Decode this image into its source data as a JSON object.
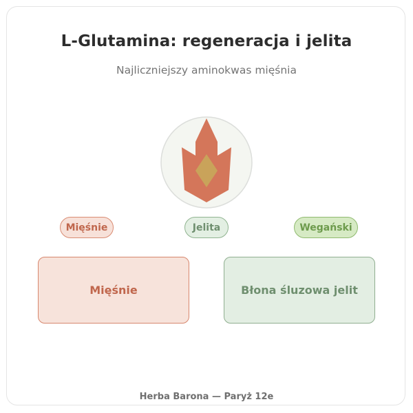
{
  "header": {
    "title": "L-Glutamina: regeneracja i jelita",
    "subtitle": "Najliczniejszy aminokwas mięśnia"
  },
  "emblem": {
    "icon": "flame-crystal-icon",
    "colors": {
      "circle_fill": "#f4f6f1",
      "circle_stroke": "#dcdedb",
      "flame": "#d4765a",
      "core": "#c9a35a"
    }
  },
  "tags": {
    "muscle": "Mięśnie",
    "gut": "Jelita",
    "vegan": "Wegański"
  },
  "boxes": {
    "muscle": "Mięśnie",
    "gut": "Błona śluzowa jelit"
  },
  "footer": {
    "text": "Herba Barona — Paryż 12e"
  },
  "colors": {
    "muscle_accent": "#c0674d",
    "gut_accent": "#6f8f6f",
    "vegan_accent": "#6d9b4c"
  }
}
